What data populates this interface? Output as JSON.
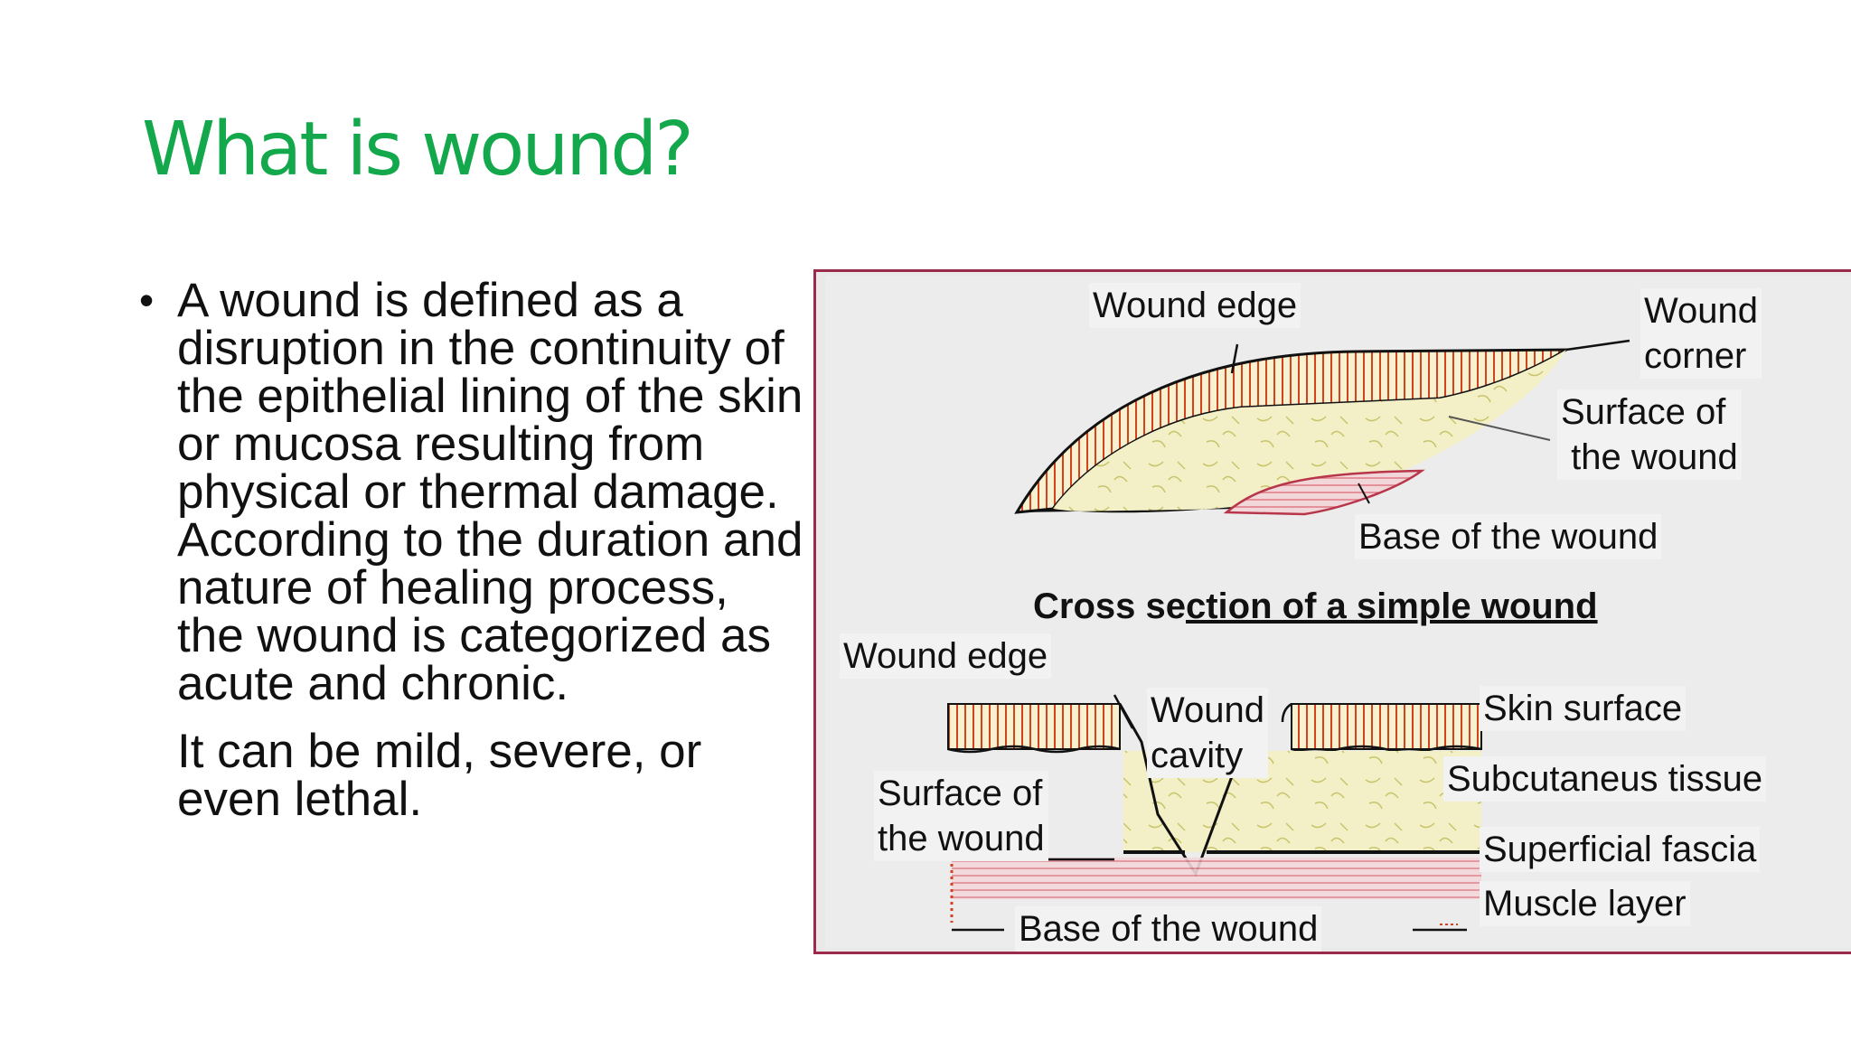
{
  "slide": {
    "title": "What is wound?",
    "bullet_symbol": "•",
    "bullet_text": "A wound is defined as a disruption in the continuity of the epithelial lining of the skin or mucosa resulting from physical or thermal damage.  According to the duration and nature of healing process, the wound is categorized as acute and chronic.",
    "paragraph": "It can be mild, severe, or even lethal."
  },
  "figure": {
    "top": {
      "wound_edge": "Wound edge",
      "wound_corner": "Wound\ncorner",
      "surface": "Surface of\n the wound",
      "base": "Base of the wound"
    },
    "caption_pre": "Cross se",
    "caption_underlined": "ction of a simple wound",
    "bottom": {
      "wound_edge": "Wound edge",
      "wound_cavity": "Wound\ncavity",
      "skin_surface": "Skin surface",
      "subcutaneous": "Subcutaneus tissue",
      "surface": "Surface of\nthe wound",
      "superficial_fascia": "Superficial fascia",
      "muscle_layer": "Muscle layer",
      "base": "Base of the wound"
    },
    "colors": {
      "border": "#9c2a4a",
      "dermis_stripes": "#d2421e",
      "fat_yellow": "#f3ef9c",
      "muscle_red": "#e07a86"
    }
  }
}
